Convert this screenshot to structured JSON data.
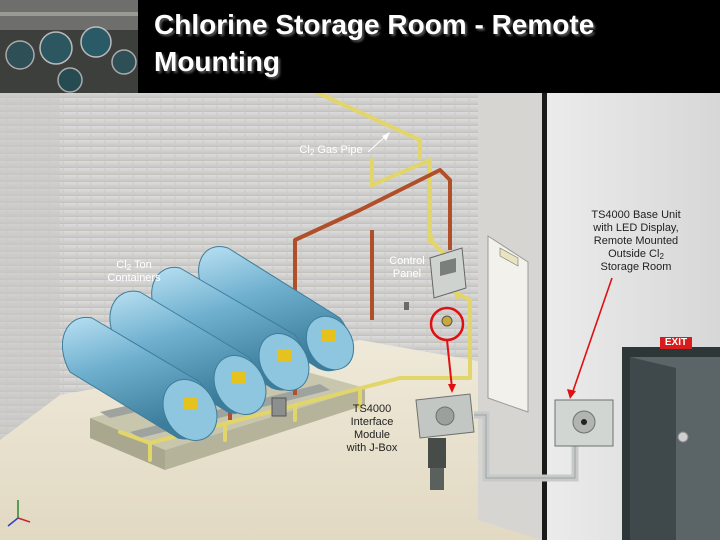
{
  "slide": {
    "title": "Chlorine Storage Room - Remote Mounting"
  },
  "labels": {
    "gas_pipe": {
      "prefix": "Cl",
      "sub": "2",
      "suffix": " Gas Pipe"
    },
    "containers": {
      "prefix": "Cl",
      "sub": "2",
      "suffix": " Ton",
      "line2": "Containers"
    },
    "control_panel": {
      "line1": "Control",
      "line2": "Panel"
    },
    "interface_module": {
      "line1": "TS4000",
      "line2": "Interface",
      "line3": "Module",
      "line4": "with J-Box"
    },
    "base_unit": {
      "line1": "TS4000 Base Unit",
      "line2": "with LED Display,",
      "line3": "Remote Mounted",
      "line4_prefix": "Outside Cl",
      "line4_sub": "2",
      "line5": "Storage Room"
    },
    "exit_sign": "EXIT"
  },
  "colors": {
    "room_wall": "#d0cfcd",
    "floor": "#ece6d4",
    "tank": "#6fb0cf",
    "gas_pipe": "#b0502a",
    "conduit_yellow": "#e2d66a",
    "highlight_circle": "#e01010",
    "door": "#2d3738",
    "exit_red": "#d81b1b"
  }
}
